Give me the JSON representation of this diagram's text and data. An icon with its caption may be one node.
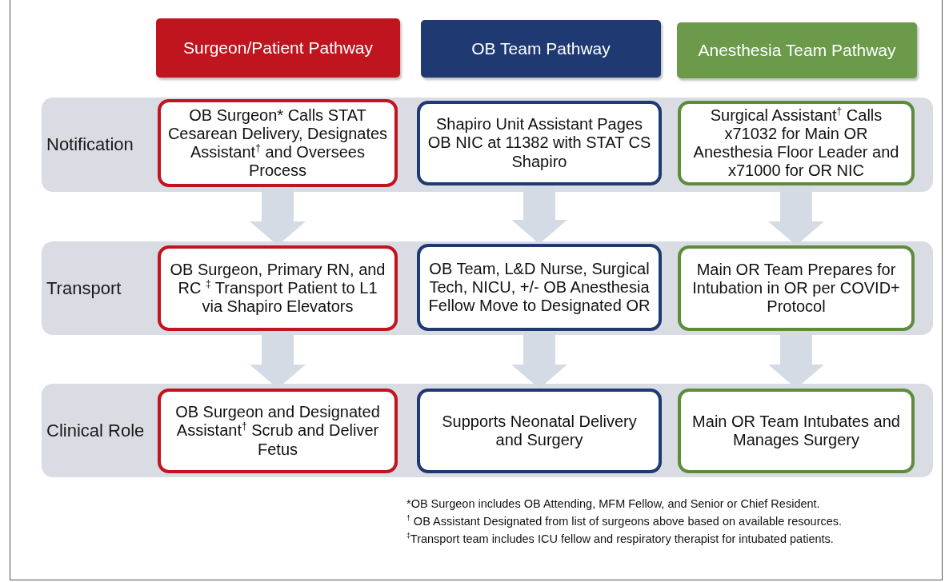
{
  "diagram": {
    "nodes": [
      {
        "text": [
          "Surgeon/Patient Pathway"
        ]
      },
      {
        "text": [
          "OB Team Pathway"
        ]
      },
      {
        "text": [
          "Anesthesia Team Pathway"
        ]
      },
      {
        "text": [
          "Notification"
        ]
      },
      {
        "text": [
          "OB Surgeon* Calls STAT Cesarean Delivery, Designates Assistant$^{†}$ and Oversees Process"
        ],
        "in": 3
      },
      {
        "text": [
          "Shapiro Unit Assistant Pages OB NIC at 11382 with STAT CS Shapiro"
        ],
        "in": 3
      },
      {
        "text": [
          "Surgical Assistant$^{†}$ Calls x71032 for Main OR Anesthesia Floor Leader and x71000 for OR NIC"
        ],
        "in": 3
      },
      {
        "text": [
          "Transport"
        ]
      },
      {
        "text": [
          "OB Surgeon, Primary RN, and RC $^{‡}$ Transport Patient to L1 via Shapiro Elevators"
        ],
        "in": 7
      },
      {
        "text": [
          "OB Team, L&D Nurse, Surgical Tech, NICU, +/- OB Anesthesia Fellow Move to Designated OR"
        ],
        "in": 7
      },
      {
        "text": [
          "Main OR Team Prepares for Intubation in OR per COVID+ Protocol"
        ],
        "in": 7
      },
      {
        "text": [
          "Clinical Role"
        ]
      },
      {
        "text": [
          "OB Surgeon and Designated Assistant$^{†}$ Scrub and Deliver Fetus"
        ],
        "in": 11
      },
      {
        "text": [
          "Supports Neonatal Delivery and Surgery"
        ],
        "in": 11
      },
      {
        "text": [
          "Main OR Team Intubates and Manages Surgery"
        ],
        "in": 11
      }
    ],
    "edges": [
      {
        "from": 4,
        "to": 8,
        "arrow": "to"
      },
      {
        "from": 5,
        "to": 9,
        "arrow": "to"
      },
      {
        "from": 6,
        "to": 10,
        "arrow": "to"
      },
      {
        "from": 8,
        "to": 12,
        "arrow": "to"
      },
      {
        "from": 9,
        "to": 13,
        "arrow": "to"
      },
      {
        "from": 10,
        "to": 14,
        "arrow": "to"
      }
    ],
    "labels": [
      "*OB Surgeon includes OB Attending, MFM Fellow, and Senior or Chief Resident.",
      "$^{†}$ OB Assistant Designated from list of surgeons above based on available resources.",
      "$^{‡}$Transport team includes ICU fellow and respiratory therapist for intubated patients."
    ]
  }
}
